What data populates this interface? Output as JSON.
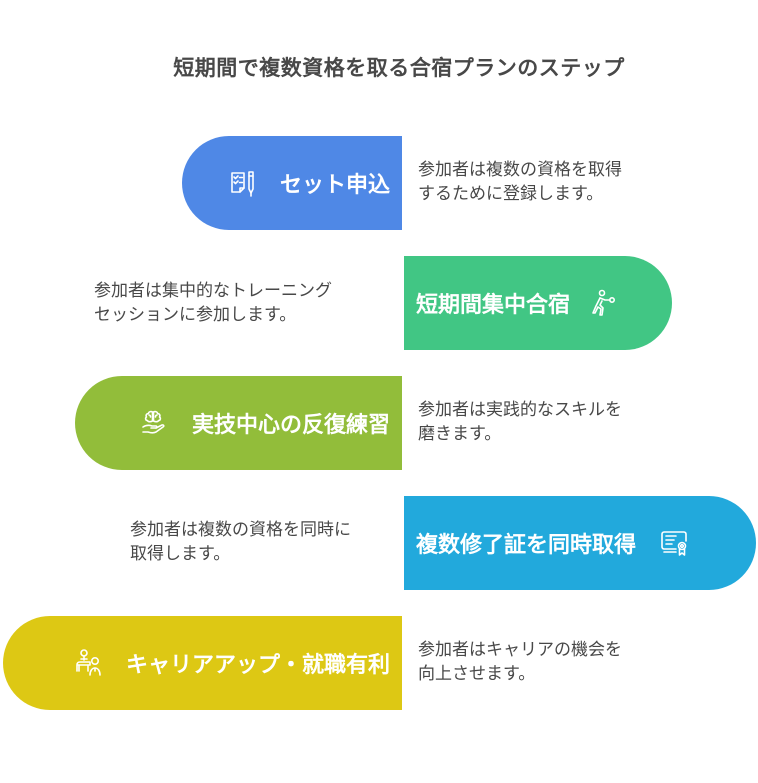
{
  "title": "短期間で複数資格を取る合宿プランのステップ",
  "colors": {
    "step1": "#4F88E6",
    "step2": "#41C684",
    "step3": "#92BD3A",
    "step4": "#22A9DC",
    "step5": "#DDC814",
    "text": "#484848",
    "icon": "#FFFFFF"
  },
  "steps": [
    {
      "label": "セット申込",
      "icon": "checklist-pen-icon",
      "description": [
        "参加者は複数の資格を取得",
        "するために登録します。"
      ]
    },
    {
      "label": "短期間集中合宿",
      "icon": "boxing-person-icon",
      "description": [
        "参加者は集中的なトレーニング",
        "セッションに参加します。"
      ]
    },
    {
      "label": "実技中心の反復練習",
      "icon": "brain-hand-icon",
      "description": [
        "参加者は実践的なスキルを",
        "磨きます。"
      ]
    },
    {
      "label": "複数修了証を同時取得",
      "icon": "certificate-icon",
      "description": [
        "参加者は複数の資格を同時に",
        "取得します。"
      ]
    },
    {
      "label": "キャリアアップ・就職有利",
      "icon": "teacher-student-icon",
      "description": [
        "参加者はキャリアの機会を",
        "向上させます。"
      ]
    }
  ]
}
